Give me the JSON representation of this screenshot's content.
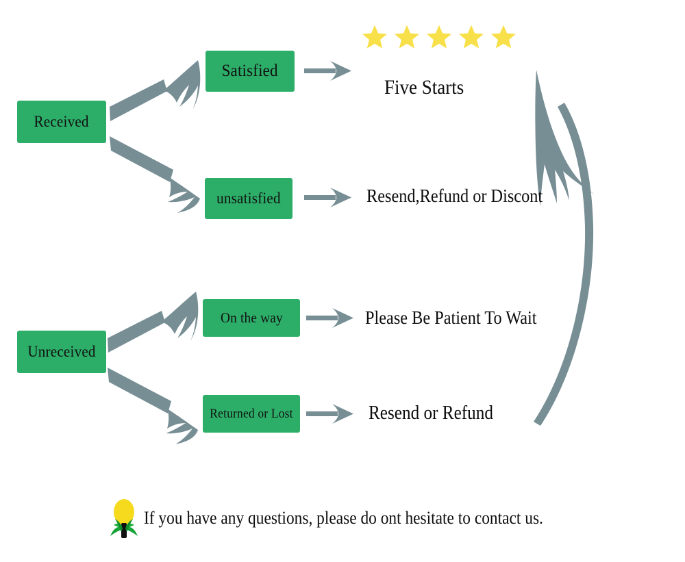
{
  "page": {
    "title": "Order Status Flow Chart",
    "background_color": "#ffffff"
  },
  "theme": {
    "box_fill": "#2CAE68",
    "box_text_color": "#111111",
    "arrow_color": "#768E94",
    "star_color": "#F7E04A",
    "text_color": "#0d0d0d",
    "bulb_color": "#F5DA1E",
    "leaf_color": "#15A237",
    "stem_color": "#0d0d0d"
  },
  "nodes": {
    "received": {
      "label": "Received",
      "font_size": "23px"
    },
    "unreceived": {
      "label": "Unreceived",
      "font_size": "23px"
    },
    "satisfied": {
      "label": "Satisfied",
      "font_size": "25px"
    },
    "unsatisfied": {
      "label": "unsatisfied",
      "font_size": "23px"
    },
    "on_the_way": {
      "label": "On the way",
      "font_size": "21px"
    },
    "returned_or_lost": {
      "label": "Returned or Lost",
      "font_size": "19px"
    }
  },
  "outcomes": {
    "five_stars": {
      "label": "Five Starts",
      "font_size": "30px",
      "star_count": 5,
      "star_icon": "star-icon"
    },
    "resend_refund_discount": {
      "label": "Resend,Refund or Discont",
      "font_size": "27px"
    },
    "be_patient": {
      "label": "Please Be Patient To Wait",
      "font_size": "27px"
    },
    "resend_or_refund": {
      "label": "Resend or Refund",
      "font_size": "28px"
    }
  },
  "footer": {
    "icon": "lightbulb-icon",
    "text": "If you have any questions, please do ont hesitate to contact us."
  },
  "icons": {
    "branch_arrow": "thick-branch-arrow-icon",
    "straight_arrow": "straight-arrow-icon",
    "loop_arrow": "curved-loop-arrow-icon"
  }
}
